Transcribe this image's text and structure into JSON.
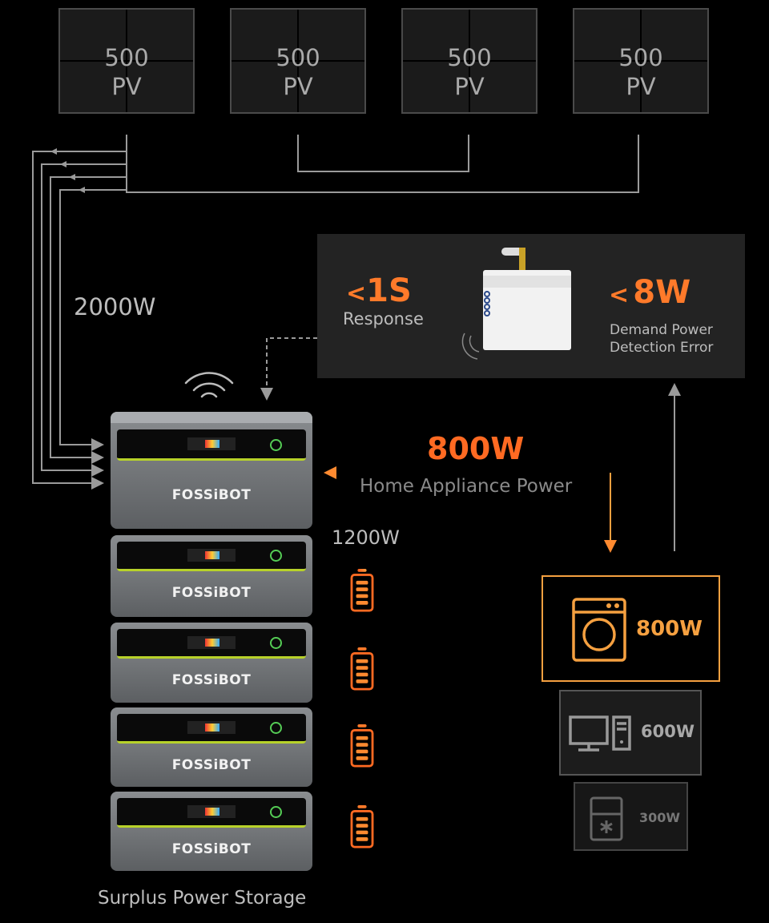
{
  "pv_panels": [
    {
      "value": "500",
      "label": "PV"
    },
    {
      "value": "500",
      "label": "PV"
    },
    {
      "value": "500",
      "label": "PV"
    },
    {
      "value": "500",
      "label": "PV"
    }
  ],
  "input_power": "2000W",
  "sensor": {
    "response_value": "1S",
    "response_label": "Response",
    "error_value": "8W",
    "error_label_1": "Demand Power",
    "error_label_2": "Detection Error",
    "prefix": "<"
  },
  "home": {
    "value": "800W",
    "label": "Home Appliance Power"
  },
  "storage_power": "1200W",
  "brand": "FOSSiBOT",
  "storage_label": "Surplus Power Storage",
  "appliances": [
    {
      "name": "washing-machine",
      "value": "800W"
    },
    {
      "name": "computer",
      "value": "600W"
    },
    {
      "name": "fridge",
      "value": "300W"
    }
  ],
  "colors": {
    "accent": "#ff7a2a",
    "line": "#9a9a9a"
  }
}
